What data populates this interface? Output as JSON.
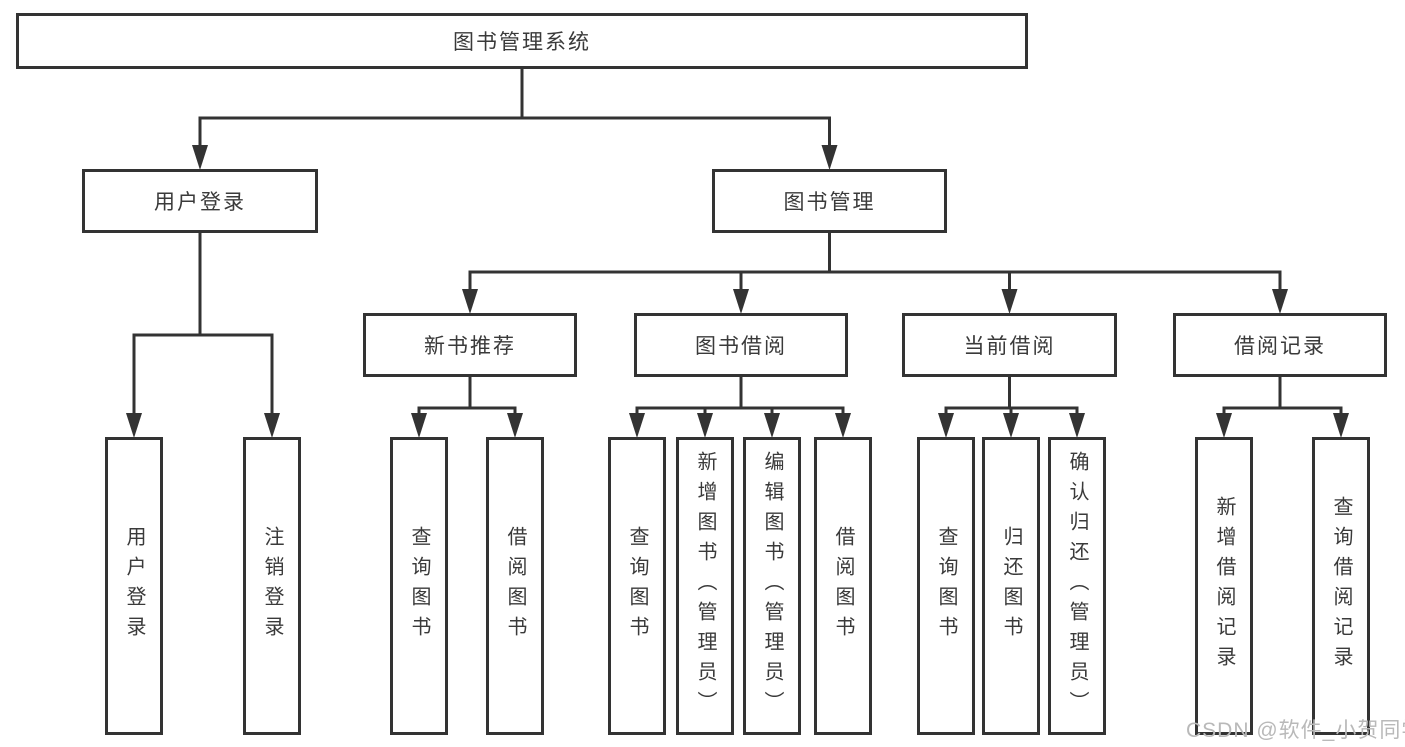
{
  "diagram": {
    "line_color": "#333333",
    "box_border_color": "#333333",
    "text_color": "#3a3a3a",
    "nodes": [
      {
        "id": "root",
        "label": "图书管理系统",
        "parent": null,
        "orientation": "horizontal"
      },
      {
        "id": "user-login",
        "label": "用户登录",
        "parent": "root",
        "orientation": "horizontal"
      },
      {
        "id": "book-management",
        "label": "图书管理",
        "parent": "root",
        "orientation": "horizontal"
      },
      {
        "id": "new-book-recommend",
        "label": "新书推荐",
        "parent": "book-management",
        "orientation": "horizontal"
      },
      {
        "id": "book-borrowing",
        "label": "图书借阅",
        "parent": "book-management",
        "orientation": "horizontal"
      },
      {
        "id": "current-borrowing",
        "label": "当前借阅",
        "parent": "book-management",
        "orientation": "horizontal"
      },
      {
        "id": "borrowing-records",
        "label": "借阅记录",
        "parent": "book-management",
        "orientation": "horizontal"
      },
      {
        "id": "user-login-leaf",
        "label": "用户登录",
        "parent": "user-login",
        "orientation": "vertical"
      },
      {
        "id": "logout-leaf",
        "label": "注销登录",
        "parent": "user-login",
        "orientation": "vertical"
      },
      {
        "id": "nbr-query-books",
        "label": "查询图书",
        "parent": "new-book-recommend",
        "orientation": "vertical"
      },
      {
        "id": "nbr-borrow-books",
        "label": "借阅图书",
        "parent": "new-book-recommend",
        "orientation": "vertical"
      },
      {
        "id": "bb-query-books",
        "label": "查询图书",
        "parent": "book-borrowing",
        "orientation": "vertical"
      },
      {
        "id": "bb-add-books",
        "label": "新增图书（管理员）",
        "parent": "book-borrowing",
        "orientation": "vertical"
      },
      {
        "id": "bb-edit-books",
        "label": "编辑图书（管理员）",
        "parent": "book-borrowing",
        "orientation": "vertical"
      },
      {
        "id": "bb-borrow-books",
        "label": "借阅图书",
        "parent": "book-borrowing",
        "orientation": "vertical"
      },
      {
        "id": "cb-query-books",
        "label": "查询图书",
        "parent": "current-borrowing",
        "orientation": "vertical"
      },
      {
        "id": "cb-return-books",
        "label": "归还图书",
        "parent": "current-borrowing",
        "orientation": "vertical"
      },
      {
        "id": "cb-confirm-return",
        "label": "确认归还（管理员）",
        "parent": "current-borrowing",
        "orientation": "vertical"
      },
      {
        "id": "br-add-record",
        "label": "新增借阅记录",
        "parent": "borrowing-records",
        "orientation": "vertical"
      },
      {
        "id": "br-query-record",
        "label": "查询借阅记录",
        "parent": "borrowing-records",
        "orientation": "vertical"
      }
    ]
  },
  "watermark": {
    "text": "CSDN @软件_小贺同学",
    "color": "#b9b9b9"
  }
}
